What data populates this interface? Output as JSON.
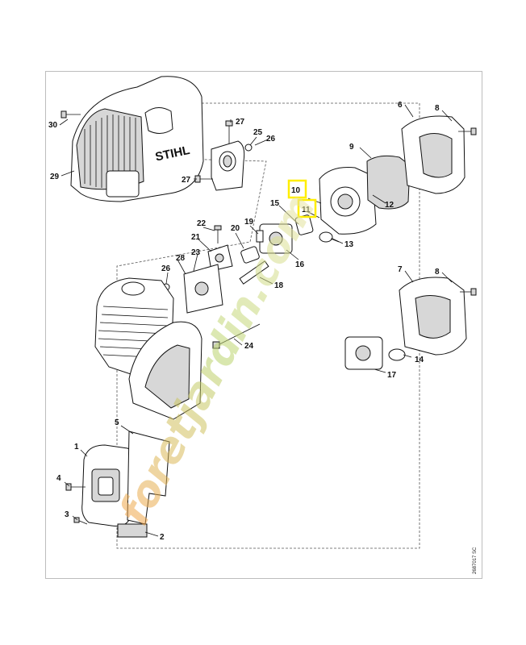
{
  "brand_text": "STIHL",
  "watermark_text": "foretjardin.com",
  "highlight_color": "#ffee00",
  "watermark_colors": [
    "#f2a54a",
    "#b9d36c",
    "#e8e4a3"
  ],
  "doc_reference": "2687017 SC",
  "highlighted_labels": [
    "10",
    "11"
  ],
  "part_labels": {
    "p1": "1",
    "p2": "2",
    "p3": "3",
    "p4": "4",
    "p5": "5",
    "p6": "6",
    "p7": "7",
    "p8a": "8",
    "p8b": "8",
    "p9": "9",
    "p10": "10",
    "p11": "11",
    "p12": "12",
    "p13": "13",
    "p14": "14",
    "p15": "15",
    "p16": "16",
    "p17": "17",
    "p18": "18",
    "p19": "19",
    "p20": "20",
    "p21": "21",
    "p22": "22",
    "p23": "23",
    "p24": "24",
    "p25": "25",
    "p26a": "26",
    "p26b": "26",
    "p27a": "27",
    "p27b": "27",
    "p28": "28",
    "p29": "29",
    "p30": "30"
  }
}
